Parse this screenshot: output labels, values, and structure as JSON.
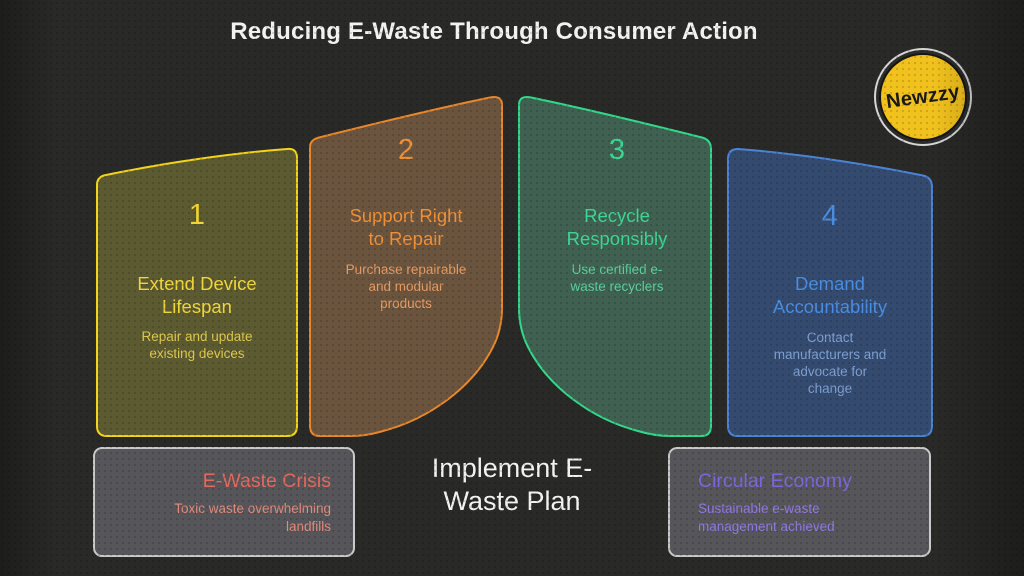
{
  "title": "Reducing E-Waste Through Consumer Action",
  "logo": {
    "text": "Newzzy",
    "bg_color": "#f1c11d",
    "text_color": "#1a1a1a"
  },
  "colors": {
    "background": "#292927",
    "title_text": "#f2f2f2",
    "center_text": "#f2f2f2",
    "footer_box_bg": "#56565a",
    "footer_box_border": "#c9c9c9"
  },
  "steps": [
    {
      "number": "1",
      "heading": "Extend Device Lifespan",
      "description": "Repair and update existing devices",
      "border_color": "#f2d41c",
      "fill_color": "#5c5a30",
      "number_color": "#f2d633",
      "heading_color": "#f0d63c",
      "description_color": "#ddc84f"
    },
    {
      "number": "2",
      "heading": "Support Right to Repair",
      "description": "Purchase repairable and modular products",
      "border_color": "#e8872c",
      "fill_color": "#6b543e",
      "number_color": "#ef9038",
      "heading_color": "#ef9038",
      "description_color": "#e59b63"
    },
    {
      "number": "3",
      "heading": "Recycle Responsibly",
      "description": "Use certified e-waste recyclers",
      "border_color": "#33d98b",
      "fill_color": "#406151",
      "number_color": "#3cd694",
      "heading_color": "#3cd694",
      "description_color": "#5ccf9e"
    },
    {
      "number": "4",
      "heading": "Demand Accountability",
      "description": "Contact manufacturers and advocate for change",
      "border_color": "#4a84d6",
      "fill_color": "#344a6e",
      "number_color": "#4a8ce0",
      "heading_color": "#4a8ce0",
      "description_color": "#7d9fd0"
    }
  ],
  "center_label": "Implement E-Waste Plan",
  "footer_boxes": [
    {
      "title": "E-Waste Crisis",
      "description": "Toxic waste overwhelming landfills",
      "title_color": "#e4685c",
      "description_color": "#e08a7c"
    },
    {
      "title": "Circular Economy",
      "description": "Sustainable e-waste management achieved",
      "title_color": "#7c66da",
      "description_color": "#9079e2"
    }
  ]
}
